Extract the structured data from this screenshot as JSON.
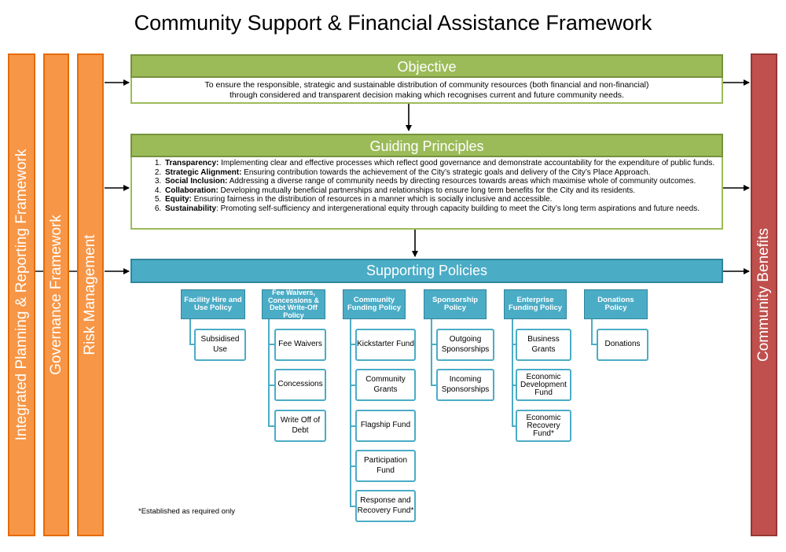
{
  "title": "Community Support & Financial Assistance Framework",
  "side_bars": {
    "planning": "Integrated Planning & Reporting Framework",
    "governance": "Governance Framework",
    "risk": "Risk Management",
    "benefits": "Community Benefits"
  },
  "objective": {
    "heading": "Objective",
    "line1": "To ensure the responsible, strategic and sustainable distribution of community resources (both financial and non-financial)",
    "line2": "through considered and transparent decision making which recognises current and future community needs."
  },
  "principles": {
    "heading": "Guiding Principles",
    "items": [
      {
        "term": "Transparency:",
        "text": " Implementing clear and effective processes which reflect good governance and demonstrate accountability for the expenditure of public funds."
      },
      {
        "term": "Strategic Alignment:",
        "text": " Ensuring contribution towards the achievement of the City’s strategic goals and delivery of the City’s Place Approach."
      },
      {
        "term": "Social Inclusion:",
        "text": " Addressing a diverse range of community needs by directing resources towards areas which maximise whole of community outcomes."
      },
      {
        "term": "Collaboration:",
        "text": " Developing mutually beneficial partnerships and relationships to ensure long term benefits for the City and its residents."
      },
      {
        "term": "Equity:",
        "text": " Ensuring fairness in the distribution of resources in a manner which is socially inclusive and accessible."
      },
      {
        "term": "Sustainability",
        "text": ": Promoting self-sufficiency and intergenerational equity through capacity building to meet the City’s long term aspirations and future needs."
      }
    ]
  },
  "supporting": {
    "heading": "Supporting Policies",
    "policies": [
      {
        "label": "Facility Hire and Use Policy",
        "subs": [
          "Subsidised Use"
        ]
      },
      {
        "label": "Fee Waivers, Concessions & Debt Write-Off Policy",
        "subs": [
          "Fee Waivers",
          "Concessions",
          "Write Off of Debt"
        ]
      },
      {
        "label": "Community Funding Policy",
        "subs": [
          "Kickstarter Fund",
          "Community Grants",
          "Flagship Fund",
          "Participation Fund",
          "Response and Recovery Fund*"
        ]
      },
      {
        "label": "Sponsorship Policy",
        "subs": [
          "Outgoing Sponsorships",
          "Incoming Sponsorships"
        ]
      },
      {
        "label": "Enterprise Funding Policy",
        "subs": [
          "Business Grants",
          "Economic Development Fund",
          "Economic Recovery Fund*"
        ]
      },
      {
        "label": "Donations Policy",
        "subs": [
          "Donations"
        ]
      }
    ]
  },
  "footnote": "*Established as required only",
  "colors": {
    "orange": "#f79646",
    "red": "#c0504d",
    "green": "#9bbb59",
    "blue": "#4bacc6"
  }
}
